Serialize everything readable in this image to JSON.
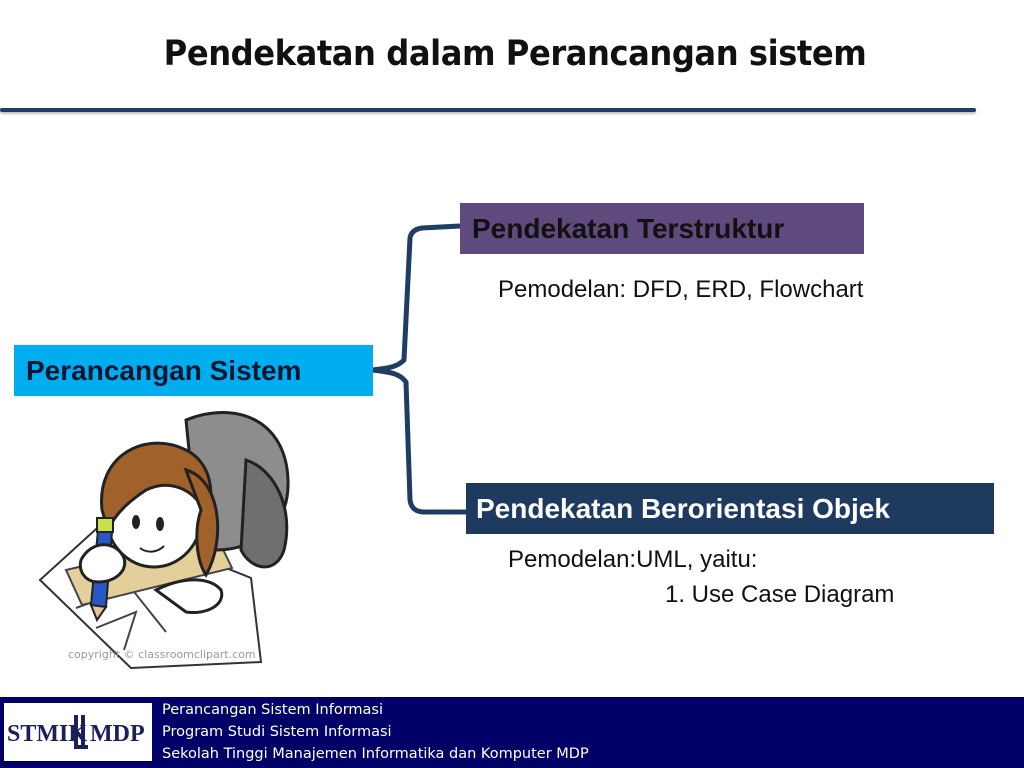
{
  "slide": {
    "title": "Pendekatan dalam Perancangan sistem"
  },
  "diagram": {
    "root_label": "Perancangan Sistem",
    "branch_structured": {
      "label": "Pendekatan Terstruktur",
      "description": "Pemodelan: DFD, ERD, Flowchart"
    },
    "branch_object": {
      "label": "Pendekatan Berorientasi Objek",
      "description_line1": "Pemodelan:UML, yaitu:",
      "description_line2": "1. Use Case Diagram"
    }
  },
  "clipart": {
    "watermark": "copyright © classroomclipart.com"
  },
  "footer": {
    "logo_text_left": "STMIK",
    "logo_text_right": "MDP",
    "line1": "Perancangan Sistem Informasi",
    "line2": "Program Studi Sistem Informasi",
    "line3": "Sekolah Tinggi Manajemen Informatika dan Komputer MDP"
  },
  "colors": {
    "root_box": "#00aeef",
    "structured_box": "#5f4a7e",
    "object_box": "#1e3a5f",
    "connector": "#1f3d64",
    "footer_bg": "#000066"
  }
}
